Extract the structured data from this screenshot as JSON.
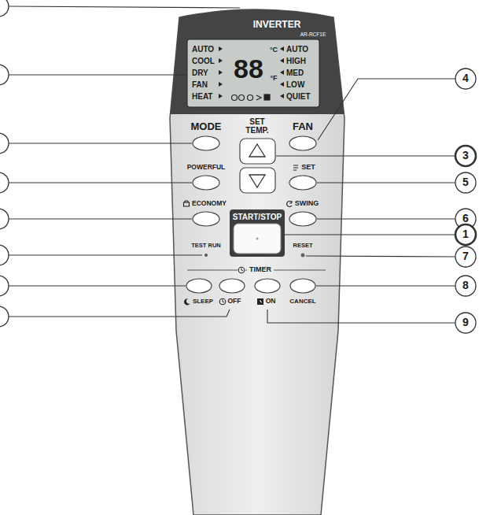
{
  "diagram": {
    "labels": [
      "INVERTER",
      "AR-RCF1E",
      "AUTO",
      "COOL",
      "DRY",
      "FAN",
      "HEAT",
      "88",
      "°C",
      "°F",
      "AUTO",
      "HIGH",
      "MED",
      "LOW",
      "QUIET",
      "MODE",
      "SET TEMP.",
      "FAN",
      "POWERFUL",
      "SET",
      "ECONOMY",
      "SWING",
      "START/STOP",
      "TEST RUN",
      "RESET",
      "TIMER",
      "SLEEP",
      "OFF",
      "ON",
      "CANCEL",
      "4",
      "3",
      "5",
      "6",
      "1",
      "7",
      "8",
      "9"
    ]
  }
}
